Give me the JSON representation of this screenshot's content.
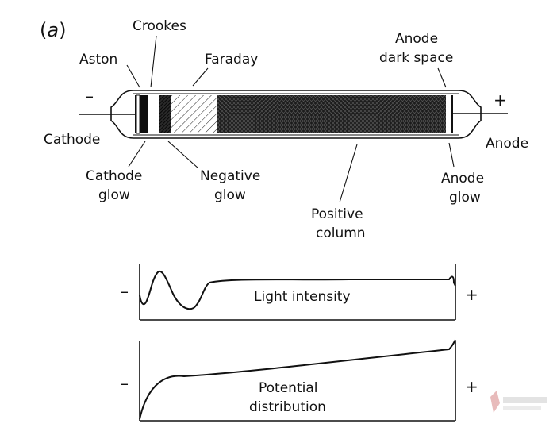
{
  "panel_label": {
    "open": "(",
    "letter": "a",
    "close": ")"
  },
  "tube_labels": {
    "crookes": "Crookes",
    "aston": "Aston",
    "faraday": "Faraday",
    "anode_dark_space_line1": "Anode",
    "anode_dark_space_line2": "dark space",
    "cathode": "Cathode",
    "anode": "Anode",
    "cathode_glow_line1": "Cathode",
    "cathode_glow_line2": "glow",
    "negative_glow_line1": "Negative",
    "negative_glow_line2": "glow",
    "positive_column_line1": "Positive",
    "positive_column_line2": "column",
    "anode_glow_line1": "Anode",
    "anode_glow_line2": "glow",
    "minus": "–",
    "plus": "+"
  },
  "graphs": {
    "light": {
      "label": "Light intensity",
      "minus": "–",
      "plus": "+"
    },
    "potential": {
      "label_line1": "Potential",
      "label_line2": "distribution",
      "minus": "–",
      "plus": "+"
    }
  }
}
